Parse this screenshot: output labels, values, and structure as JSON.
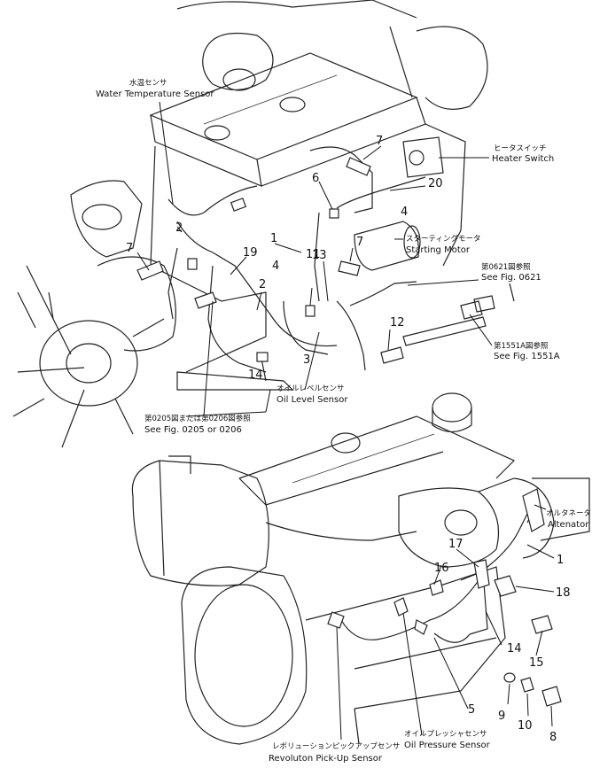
{
  "callouts": {
    "water_temp_jp": "水温センサ",
    "water_temp_en": "Water Temperature Sensor",
    "heater_switch_jp": "ヒータスイッチ",
    "heater_switch_en": "Heater Switch",
    "starting_motor_jp": "スターティングモータ",
    "starting_motor_en": "Starting Motor",
    "see_0621_jp": "第0621図参照",
    "see_0621_en": "See Fig. 0621",
    "see_1551a_jp": "第1551A図参照",
    "see_1551a_en": "See Fig. 1551A",
    "oil_level_jp": "オイルレベルセンサ",
    "oil_level_en": "Oil Level Sensor",
    "see_0205_jp": "第0205図または第0206図参照",
    "see_0205_en": "See Fig. 0205 or 0206",
    "alternator_jp": "オルタネータ",
    "alternator_en": "Altenator",
    "revolution_jp": "レボリューションピックアップセンサ",
    "revolution_en": "Revoluton Pick-Up Sensor",
    "oil_pressure_jp": "オイルプレッシャセンサ",
    "oil_pressure_en": "Oil Pressure Sensor"
  },
  "part_numbers": {
    "upper": [
      "7",
      "6",
      "20",
      "4",
      "7",
      "1",
      "13",
      "11",
      "4",
      "7",
      "2",
      "19",
      "2",
      "12",
      "3",
      "14"
    ],
    "lower": [
      "17",
      "16",
      "1",
      "18",
      "14",
      "15",
      "5",
      "9",
      "10",
      "8"
    ]
  }
}
